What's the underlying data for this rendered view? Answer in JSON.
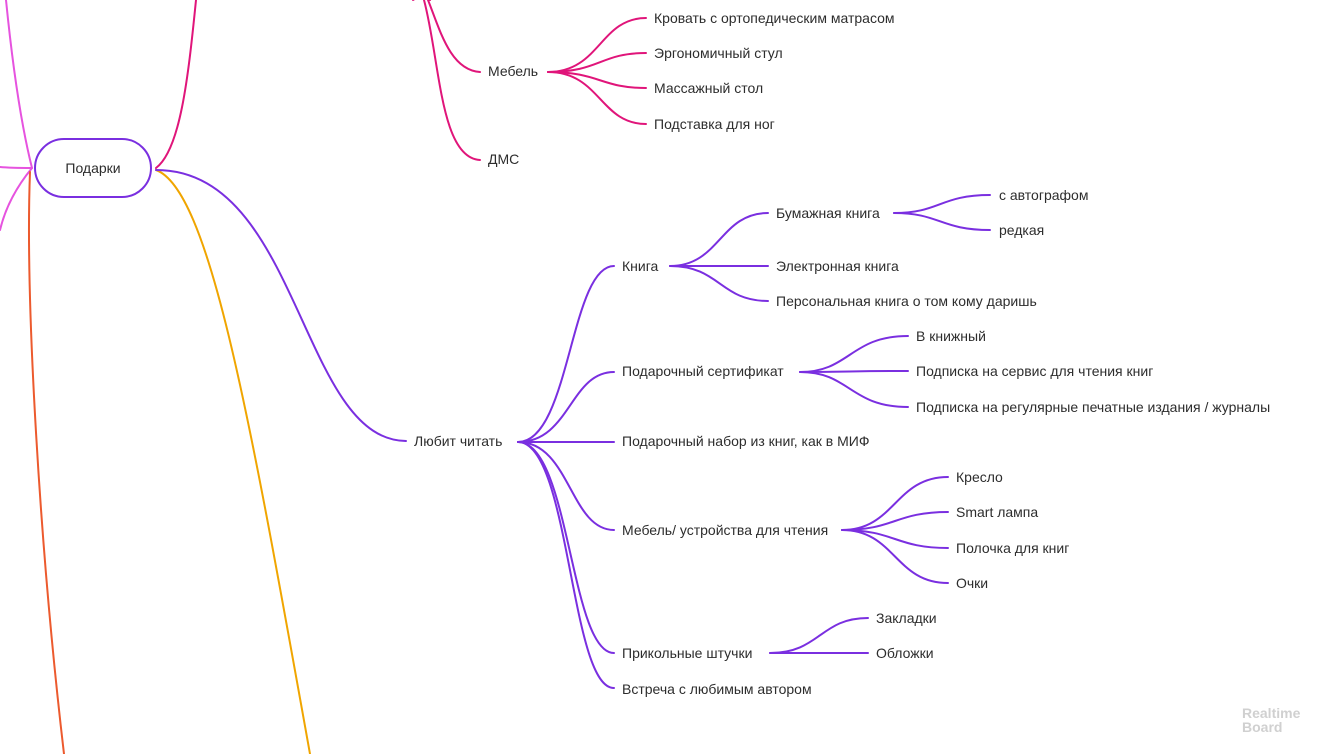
{
  "colors": {
    "purple": "#7a2fe0",
    "magenta": "#e0157a",
    "pink": "#e653df",
    "orange": "#f0a500",
    "red_orange": "#ec5a2e",
    "text": "#2d2d2d",
    "watermark": "#d0d0d0"
  },
  "root": {
    "label": "Подарки"
  },
  "furniture": {
    "label": "Мебель",
    "items": [
      "Кровать с ортопедическим матрасом",
      "Эргономичный стул",
      "Массажный стол",
      "Подставка для ног"
    ]
  },
  "dms": {
    "label": "ДМС"
  },
  "reading": {
    "label": "Любит читать",
    "book": {
      "label": "Книга",
      "paper": {
        "label": "Бумажная книга",
        "items": [
          "с автографом",
          "редкая"
        ]
      },
      "ebook": "Электронная книга",
      "personal": "Персональная книга о том кому даришь"
    },
    "certificate": {
      "label": "Подарочный сертификат",
      "items": [
        "В книжный",
        "Подписка на сервис для чтения книг",
        "Подписка на регулярные печатные издания / журналы"
      ]
    },
    "gift_set": "Подарочный набор из книг, как в МИФ",
    "devices": {
      "label": "Мебель/ устройства для чтения",
      "items": [
        "Кресло",
        "Smart лампа",
        "Полочка для книг",
        "Очки"
      ]
    },
    "fun": {
      "label": "Прикольные штучки",
      "items": [
        "Закладки",
        "Обложки"
      ]
    },
    "meeting": "Встреча с любимым автором"
  },
  "watermark": {
    "line1": "Realtime",
    "line2": "Board"
  }
}
